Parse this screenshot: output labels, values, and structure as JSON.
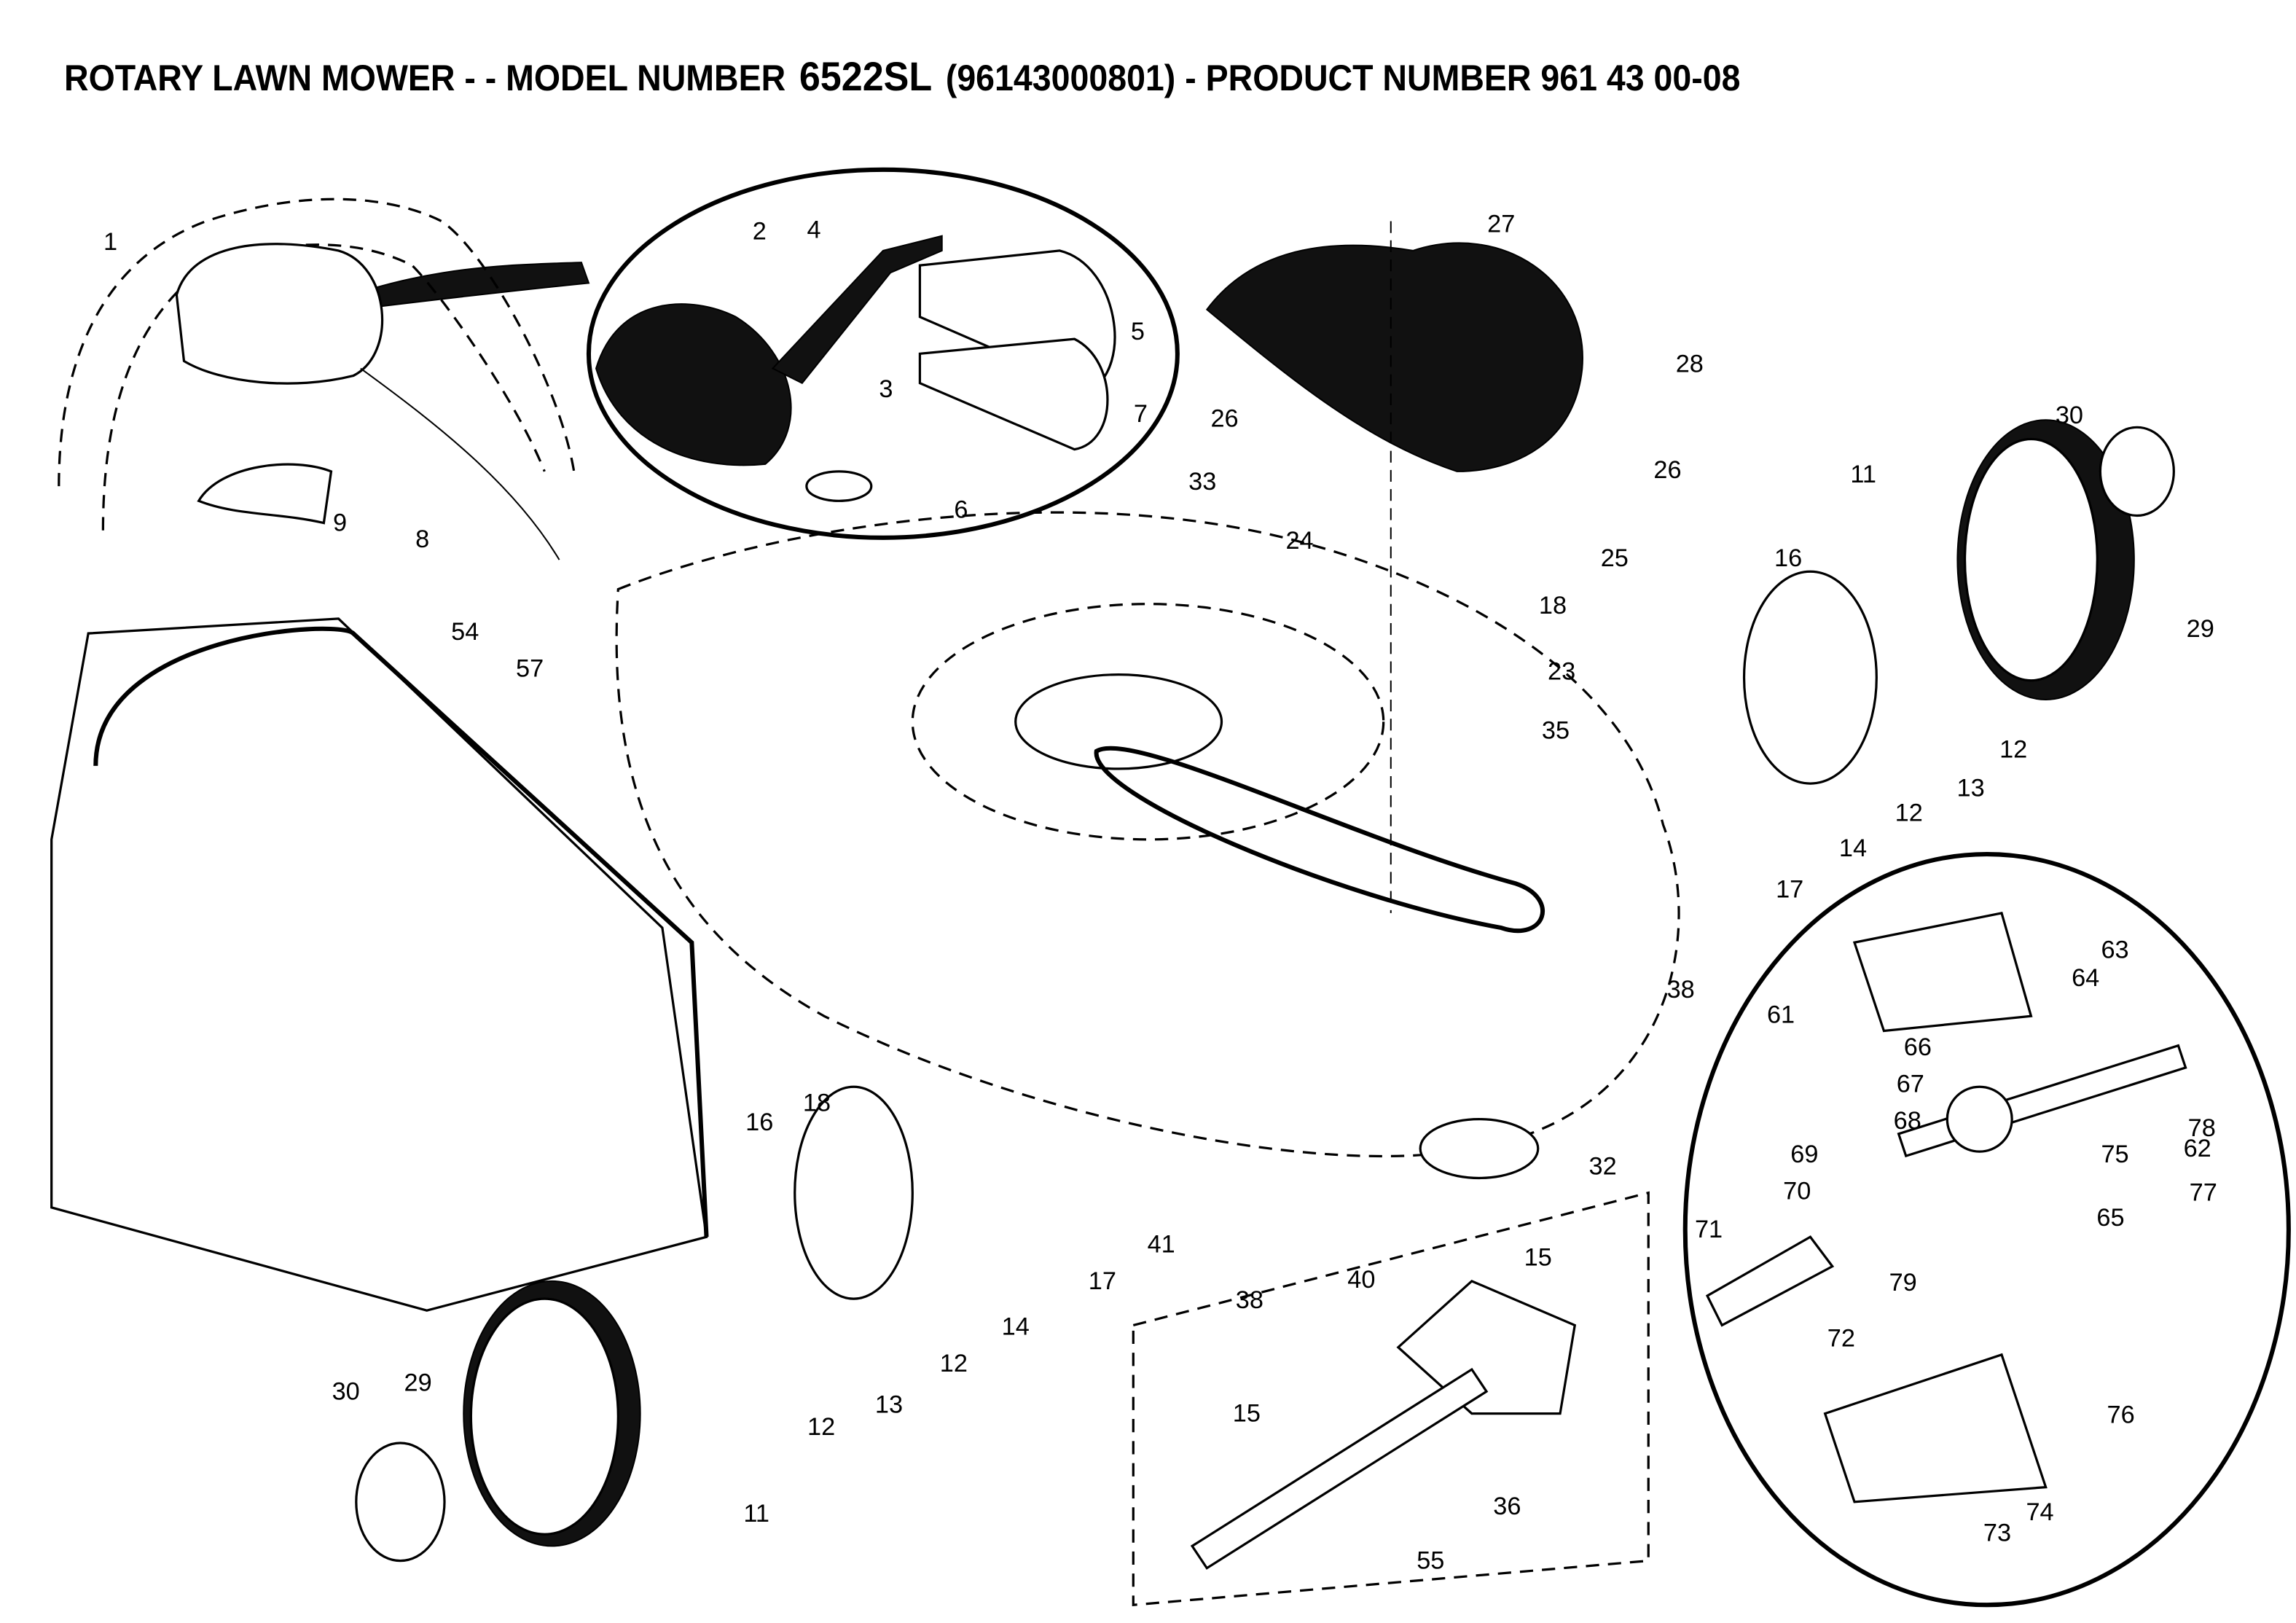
{
  "title": {
    "prefix": "ROTARY LAWN MOWER - - MODEL NUMBER",
    "model": "6522SL",
    "suffix": "(96143000801) - PRODUCT NUMBER 961 43 00-08"
  },
  "part_labels": [
    "1",
    "2",
    "4",
    "27",
    "28",
    "5",
    "3",
    "7",
    "26",
    "26",
    "30",
    "11",
    "29",
    "6",
    "9",
    "8",
    "33",
    "24",
    "25",
    "16",
    "18",
    "23",
    "12",
    "13",
    "54",
    "57",
    "35",
    "12",
    "14",
    "17",
    "38",
    "63",
    "64",
    "61",
    "66",
    "67",
    "68",
    "62",
    "69",
    "78",
    "75",
    "77",
    "70",
    "65",
    "18",
    "32",
    "71",
    "79",
    "16",
    "41",
    "15",
    "40",
    "17",
    "38",
    "14",
    "12",
    "72",
    "13",
    "15",
    "76",
    "12",
    "30",
    "29",
    "36",
    "11",
    "74",
    "55",
    "73"
  ]
}
